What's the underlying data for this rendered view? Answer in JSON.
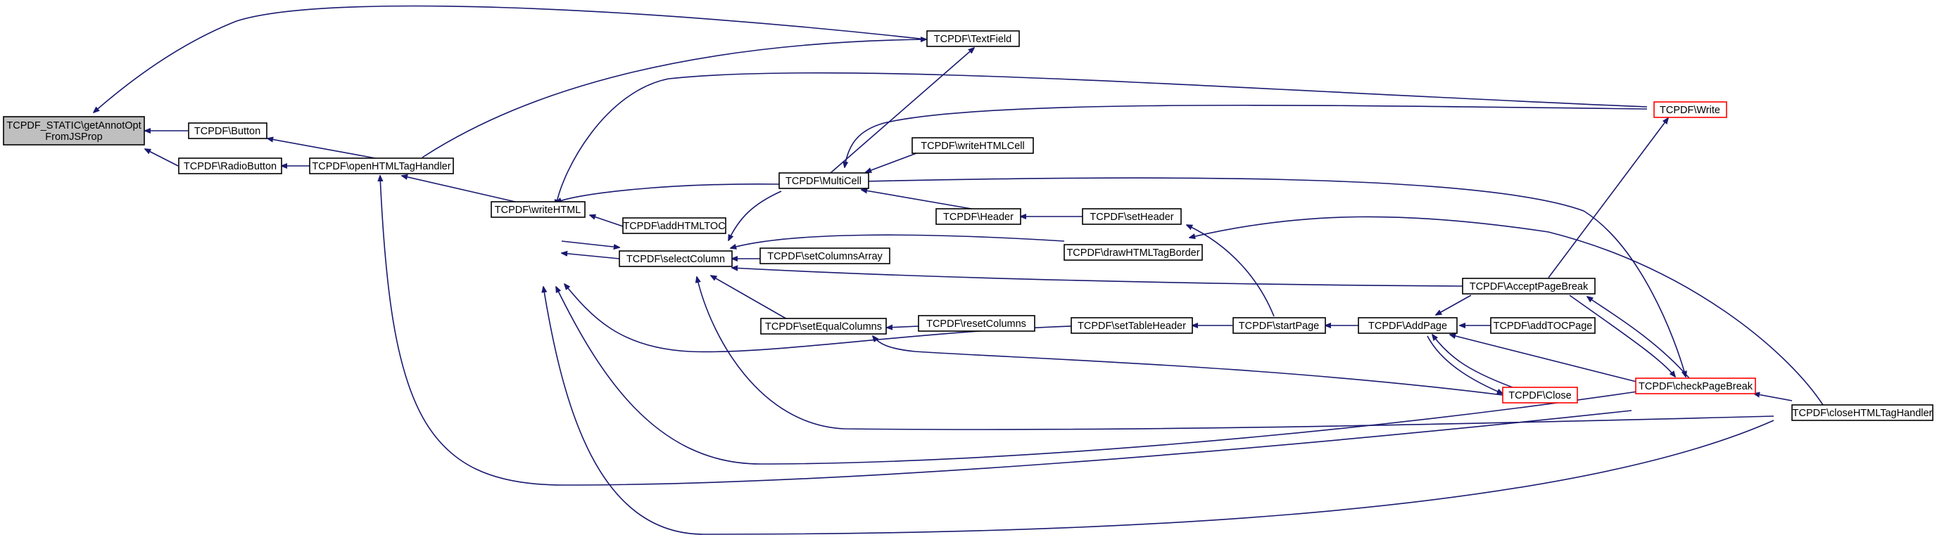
{
  "graph": {
    "colors": {
      "edge": "#191970",
      "root_fill": "#bfbfbf",
      "node_fill": "#ffffff",
      "highlight_border": "#ff0000"
    },
    "nodes": {
      "root": [
        "TCPDF_STATIC\\getAnnotOpt",
        "FromJSProp"
      ],
      "button": "TCPDF\\Button",
      "radio": "TCPDF\\RadioButton",
      "openTag": "TCPDF\\openHTMLTagHandler",
      "textField": "TCPDF\\TextField",
      "writeHTML": "TCPDF\\writeHTML",
      "multiCell": "TCPDF\\MultiCell",
      "addHTMLTOC": "TCPDF\\addHTMLTOC",
      "selectColumn": "TCPDF\\selectColumn",
      "setColumnsArray": "TCPDF\\setColumnsArray",
      "setEqualColumns": "TCPDF\\setEqualColumns",
      "resetColumns": "TCPDF\\resetColumns",
      "writeHTMLCell": "TCPDF\\writeHTMLCell",
      "header": "TCPDF\\Header",
      "setHeader": "TCPDF\\setHeader",
      "drawBorder": "TCPDF\\drawHTMLTagBorder",
      "setTableHeader": "TCPDF\\setTableHeader",
      "startPage": "TCPDF\\startPage",
      "addPage": "TCPDF\\AddPage",
      "addTOCPage": "TCPDF\\addTOCPage",
      "acceptPageBreak": "TCPDF\\AcceptPageBreak",
      "write": "TCPDF\\Write",
      "close": "TCPDF\\Close",
      "checkPageBreak": "TCPDF\\checkPageBreak",
      "closeTag": "TCPDF\\closeHTMLTagHandler"
    }
  }
}
